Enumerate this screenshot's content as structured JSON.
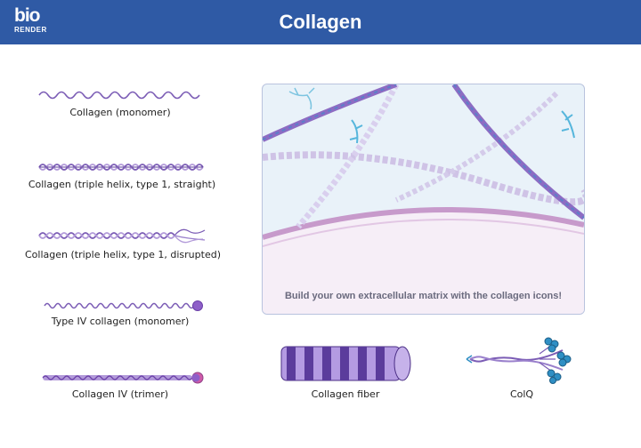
{
  "header": {
    "logo_top": "bio",
    "logo_bottom": "RENDER",
    "title": "Collagen"
  },
  "icons": {
    "monomer_label": "Collagen (monomer)",
    "triple_straight_label": "Collagen (triple helix, type 1, straight)",
    "triple_disrupted_label": "Collagen (triple helix, type 1, disrupted)",
    "type4_monomer_label": "Type IV collagen (monomer)",
    "type4_trimer_label": "Collagen IV (trimer)",
    "fiber_label": "Collagen fiber",
    "colq_label": "ColQ"
  },
  "panel": {
    "caption": "Build your own extracellular matrix with the collagen icons!"
  },
  "colors": {
    "header": "#2f5aa5",
    "collagen_purple": "#7b5cb5",
    "collagen_light": "#c7b8e6",
    "colq_blue": "#2f8fc4"
  }
}
